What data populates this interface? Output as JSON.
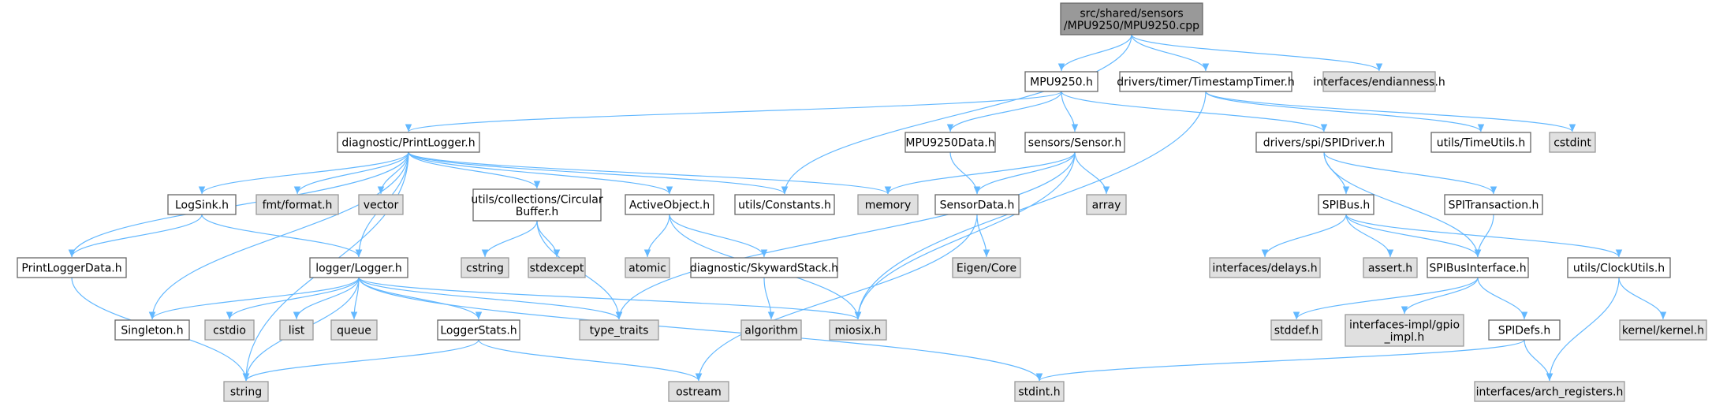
{
  "colors": {
    "root_fill": "#999999",
    "root_stroke": "#666666",
    "local_fill": "#ffffff",
    "local_stroke": "#666666",
    "external_fill": "#e0e0e0",
    "external_stroke": "#999999",
    "edge": "#63b8ff"
  },
  "nodes": [
    {
      "id": "root",
      "lines": [
        "src/shared/sensors",
        "/MPU9250/MPU9250.cpp"
      ],
      "kind": "root"
    },
    {
      "id": "mpu9250_h",
      "lines": [
        "MPU9250.h"
      ],
      "kind": "local"
    },
    {
      "id": "timestamp_timer",
      "lines": [
        "drivers/timer/TimestampTimer.h"
      ],
      "kind": "local"
    },
    {
      "id": "endianness",
      "lines": [
        "interfaces/endianness.h"
      ],
      "kind": "external"
    },
    {
      "id": "print_logger",
      "lines": [
        "diagnostic/PrintLogger.h"
      ],
      "kind": "local"
    },
    {
      "id": "mpu9250_data",
      "lines": [
        "MPU9250Data.h"
      ],
      "kind": "local"
    },
    {
      "id": "sensor_h",
      "lines": [
        "sensors/Sensor.h"
      ],
      "kind": "local"
    },
    {
      "id": "spi_driver",
      "lines": [
        "drivers/spi/SPIDriver.h"
      ],
      "kind": "local"
    },
    {
      "id": "time_utils",
      "lines": [
        "utils/TimeUtils.h"
      ],
      "kind": "local"
    },
    {
      "id": "cstdint",
      "lines": [
        "cstdint"
      ],
      "kind": "external"
    },
    {
      "id": "logsink",
      "lines": [
        "LogSink.h"
      ],
      "kind": "local"
    },
    {
      "id": "fmt_format",
      "lines": [
        "fmt/format.h"
      ],
      "kind": "external"
    },
    {
      "id": "vector",
      "lines": [
        "vector"
      ],
      "kind": "external"
    },
    {
      "id": "circular_buffer",
      "lines": [
        "utils/collections/Circular",
        "Buffer.h"
      ],
      "kind": "local"
    },
    {
      "id": "active_object",
      "lines": [
        "ActiveObject.h"
      ],
      "kind": "local"
    },
    {
      "id": "constants",
      "lines": [
        "utils/Constants.h"
      ],
      "kind": "local"
    },
    {
      "id": "memory",
      "lines": [
        "memory"
      ],
      "kind": "external"
    },
    {
      "id": "sensor_data",
      "lines": [
        "SensorData.h"
      ],
      "kind": "local"
    },
    {
      "id": "array",
      "lines": [
        "array"
      ],
      "kind": "external"
    },
    {
      "id": "spibus",
      "lines": [
        "SPIBus.h"
      ],
      "kind": "local"
    },
    {
      "id": "spi_transaction",
      "lines": [
        "SPITransaction.h"
      ],
      "kind": "local"
    },
    {
      "id": "print_logger_data",
      "lines": [
        "PrintLoggerData.h"
      ],
      "kind": "local"
    },
    {
      "id": "logger_h",
      "lines": [
        "logger/Logger.h"
      ],
      "kind": "local"
    },
    {
      "id": "cstring",
      "lines": [
        "cstring"
      ],
      "kind": "external"
    },
    {
      "id": "stdexcept",
      "lines": [
        "stdexcept"
      ],
      "kind": "external"
    },
    {
      "id": "atomic",
      "lines": [
        "atomic"
      ],
      "kind": "external"
    },
    {
      "id": "skyward_stack",
      "lines": [
        "diagnostic/SkywardStack.h"
      ],
      "kind": "local"
    },
    {
      "id": "eigen_core",
      "lines": [
        "Eigen/Core"
      ],
      "kind": "external"
    },
    {
      "id": "delays",
      "lines": [
        "interfaces/delays.h"
      ],
      "kind": "external"
    },
    {
      "id": "assert_h",
      "lines": [
        "assert.h"
      ],
      "kind": "external"
    },
    {
      "id": "spibus_interface",
      "lines": [
        "SPIBusInterface.h"
      ],
      "kind": "local"
    },
    {
      "id": "clock_utils",
      "lines": [
        "utils/ClockUtils.h"
      ],
      "kind": "local"
    },
    {
      "id": "singleton",
      "lines": [
        "Singleton.h"
      ],
      "kind": "local"
    },
    {
      "id": "cstdio",
      "lines": [
        "cstdio"
      ],
      "kind": "external"
    },
    {
      "id": "list",
      "lines": [
        "list"
      ],
      "kind": "external"
    },
    {
      "id": "queue",
      "lines": [
        "queue"
      ],
      "kind": "external"
    },
    {
      "id": "type_traits",
      "lines": [
        "type_traits"
      ],
      "kind": "external"
    },
    {
      "id": "algorithm",
      "lines": [
        "algorithm"
      ],
      "kind": "external"
    },
    {
      "id": "miosix",
      "lines": [
        "miosix.h"
      ],
      "kind": "external"
    },
    {
      "id": "stddef",
      "lines": [
        "stddef.h"
      ],
      "kind": "external"
    },
    {
      "id": "gpio_impl",
      "lines": [
        "interfaces-impl/gpio",
        "_impl.h"
      ],
      "kind": "external"
    },
    {
      "id": "kernel",
      "lines": [
        "kernel/kernel.h"
      ],
      "kind": "external"
    },
    {
      "id": "logger_stats",
      "lines": [
        "LoggerStats.h"
      ],
      "kind": "local"
    },
    {
      "id": "spi_defs",
      "lines": [
        "SPIDefs.h"
      ],
      "kind": "local"
    },
    {
      "id": "string",
      "lines": [
        "string"
      ],
      "kind": "external"
    },
    {
      "id": "ostream",
      "lines": [
        "ostream"
      ],
      "kind": "external"
    },
    {
      "id": "stdint_h",
      "lines": [
        "stdint.h"
      ],
      "kind": "external"
    },
    {
      "id": "arch_registers",
      "lines": [
        "interfaces/arch_registers.h"
      ],
      "kind": "external"
    }
  ],
  "edges": [
    [
      "root",
      "mpu9250_h"
    ],
    [
      "root",
      "timestamp_timer"
    ],
    [
      "root",
      "endianness"
    ],
    [
      "root",
      "constants"
    ],
    [
      "mpu9250_h",
      "print_logger"
    ],
    [
      "mpu9250_h",
      "mpu9250_data"
    ],
    [
      "mpu9250_h",
      "sensor_h"
    ],
    [
      "mpu9250_h",
      "spi_driver"
    ],
    [
      "timestamp_timer",
      "time_utils"
    ],
    [
      "timestamp_timer",
      "cstdint"
    ],
    [
      "timestamp_timer",
      "miosix"
    ],
    [
      "print_logger",
      "logsink"
    ],
    [
      "print_logger",
      "fmt_format"
    ],
    [
      "print_logger",
      "vector"
    ],
    [
      "print_logger",
      "circular_buffer"
    ],
    [
      "print_logger",
      "active_object"
    ],
    [
      "print_logger",
      "constants"
    ],
    [
      "print_logger",
      "memory"
    ],
    [
      "print_logger",
      "print_logger_data"
    ],
    [
      "print_logger",
      "logger_h"
    ],
    [
      "print_logger",
      "singleton"
    ],
    [
      "print_logger",
      "string"
    ],
    [
      "mpu9250_data",
      "sensor_data"
    ],
    [
      "sensor_h",
      "memory"
    ],
    [
      "sensor_h",
      "sensor_data"
    ],
    [
      "sensor_h",
      "array"
    ],
    [
      "sensor_h",
      "type_traits"
    ],
    [
      "sensor_h",
      "miosix"
    ],
    [
      "spi_driver",
      "spibus"
    ],
    [
      "spi_driver",
      "spi_transaction"
    ],
    [
      "spi_driver",
      "spibus_interface"
    ],
    [
      "logsink",
      "print_logger_data"
    ],
    [
      "logsink",
      "logger_h"
    ],
    [
      "circular_buffer",
      "cstring"
    ],
    [
      "circular_buffer",
      "stdexcept"
    ],
    [
      "circular_buffer",
      "type_traits"
    ],
    [
      "active_object",
      "atomic"
    ],
    [
      "active_object",
      "skyward_stack"
    ],
    [
      "active_object",
      "miosix"
    ],
    [
      "sensor_data",
      "eigen_core"
    ],
    [
      "sensor_data",
      "ostream"
    ],
    [
      "spibus",
      "delays"
    ],
    [
      "spibus",
      "assert_h"
    ],
    [
      "spibus",
      "spibus_interface"
    ],
    [
      "spibus",
      "clock_utils"
    ],
    [
      "spi_transaction",
      "spibus_interface"
    ],
    [
      "print_logger_data",
      "string"
    ],
    [
      "logger_h",
      "singleton"
    ],
    [
      "logger_h",
      "cstdio"
    ],
    [
      "logger_h",
      "list"
    ],
    [
      "logger_h",
      "queue"
    ],
    [
      "logger_h",
      "type_traits"
    ],
    [
      "logger_h",
      "miosix"
    ],
    [
      "logger_h",
      "logger_stats"
    ],
    [
      "logger_h",
      "string"
    ],
    [
      "logger_h",
      "stdint_h"
    ],
    [
      "skyward_stack",
      "algorithm"
    ],
    [
      "spibus_interface",
      "stddef"
    ],
    [
      "spibus_interface",
      "gpio_impl"
    ],
    [
      "spibus_interface",
      "spi_defs"
    ],
    [
      "clock_utils",
      "kernel"
    ],
    [
      "clock_utils",
      "arch_registers"
    ],
    [
      "logger_stats",
      "string"
    ],
    [
      "logger_stats",
      "ostream"
    ],
    [
      "spi_defs",
      "stdint_h"
    ],
    [
      "spi_defs",
      "arch_registers"
    ]
  ]
}
